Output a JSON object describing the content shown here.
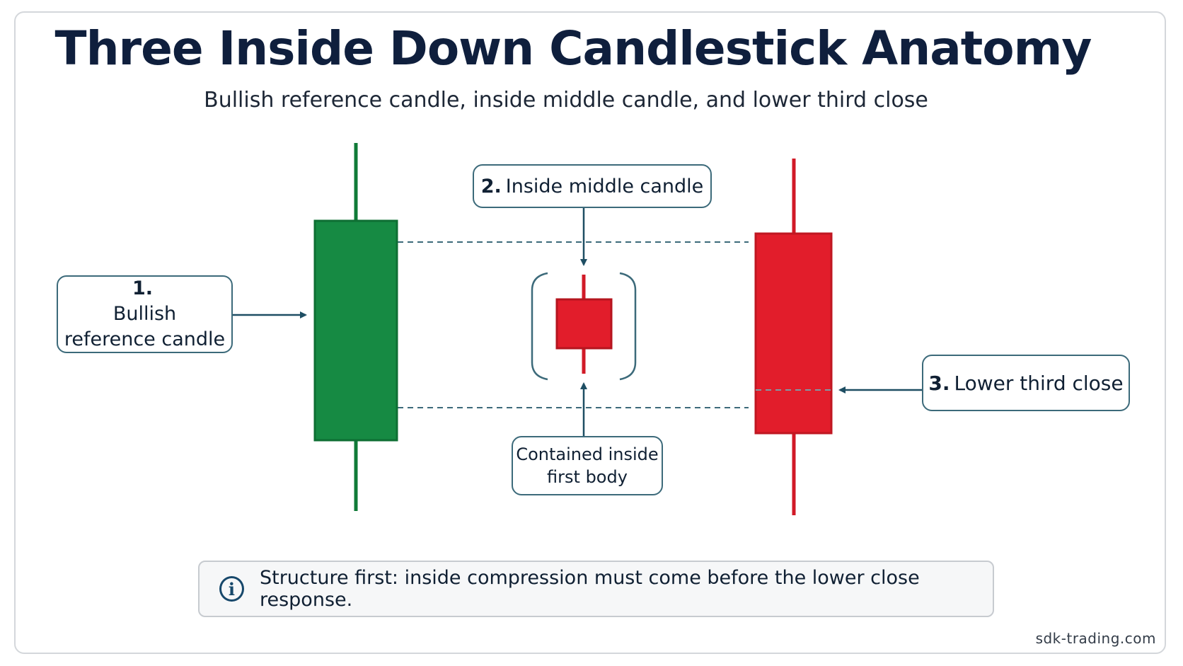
{
  "title": "Three Inside Down Candlestick Anatomy",
  "subtitle": "Bullish reference candle, inside middle candle, and lower third close",
  "callouts": {
    "reference": {
      "number": "1.",
      "line1": "Bullish",
      "line2": "reference candle"
    },
    "middle": {
      "number": "2.",
      "text": "Inside middle candle"
    },
    "contained": {
      "line1": "Contained inside",
      "line2": "first body"
    },
    "lower": {
      "number": "3.",
      "text": "Lower third close"
    }
  },
  "note": {
    "icon": "info-icon",
    "text": "Structure first: inside compression must come before the lower close response."
  },
  "footer": "sdk-trading.com",
  "colors": {
    "bullish": "#168a43",
    "bearish": "#e21d2b",
    "guide": "#3c6a7a",
    "title": "#0f1f3d"
  }
}
